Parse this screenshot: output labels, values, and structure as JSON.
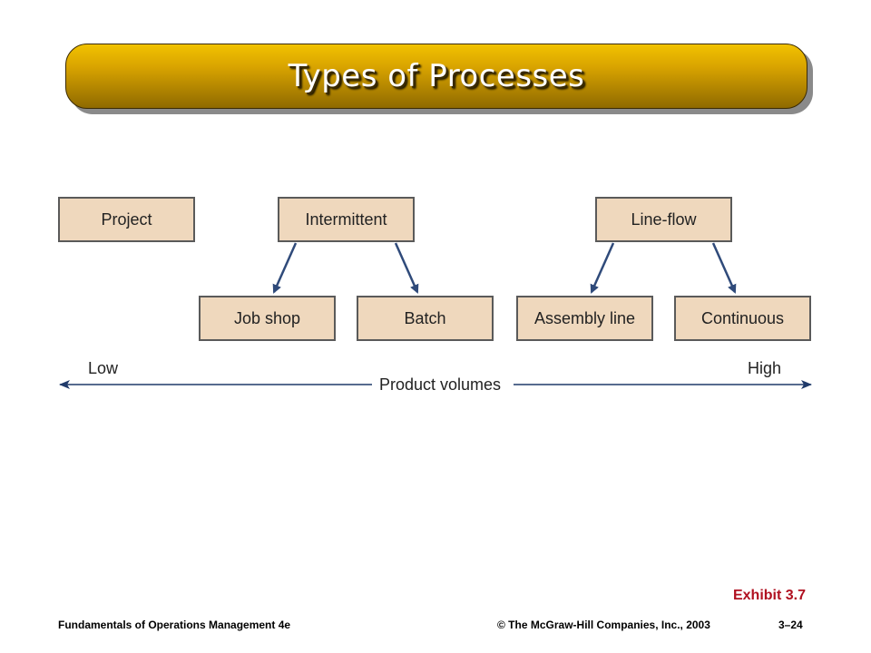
{
  "slide": {
    "title": "Types of Processes"
  },
  "diagram": {
    "nodes": {
      "project": "Project",
      "intermittent": "Intermittent",
      "line_flow": "Line-flow",
      "job_shop": "Job shop",
      "batch": "Batch",
      "assembly_line": "Assembly line",
      "continuous": "Continuous"
    },
    "axis": {
      "low": "Low",
      "high": "High",
      "label": "Product volumes"
    },
    "colors": {
      "box_fill": "#efd8bd",
      "box_border": "#5a5a5a",
      "arrow": "#2f4a7a",
      "axis_line": "#1f3a6a"
    }
  },
  "exhibit": "Exhibit 3.7",
  "footer": {
    "left": "Fundamentals of Operations Management 4e",
    "copyright": "© The McGraw-Hill Companies, Inc., 2003",
    "page": "3–24"
  }
}
